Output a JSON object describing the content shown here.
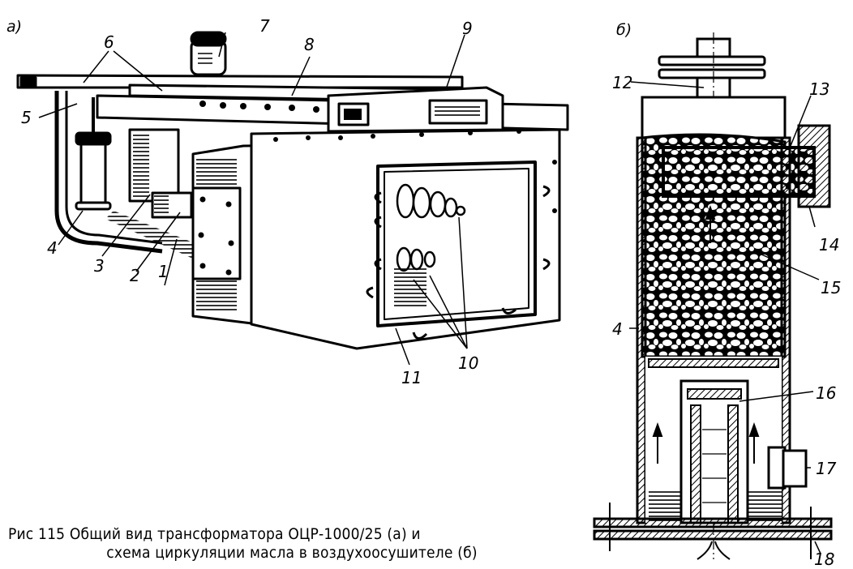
{
  "panels": {
    "a": "а)",
    "b": "б)"
  },
  "labels_a": [
    "1",
    "2",
    "3",
    "4",
    "5",
    "6",
    "7",
    "8",
    "9",
    "10",
    "11"
  ],
  "labels_b": [
    "12",
    "13",
    "14",
    "15",
    "4",
    "16",
    "17",
    "18"
  ],
  "caption": {
    "line1": "Рис  115  Общий  вид  трансформатора  ОЦР-1000/25  (а)  и",
    "line2": "схема циркуляции масла в воздухоосушителе (б)"
  }
}
